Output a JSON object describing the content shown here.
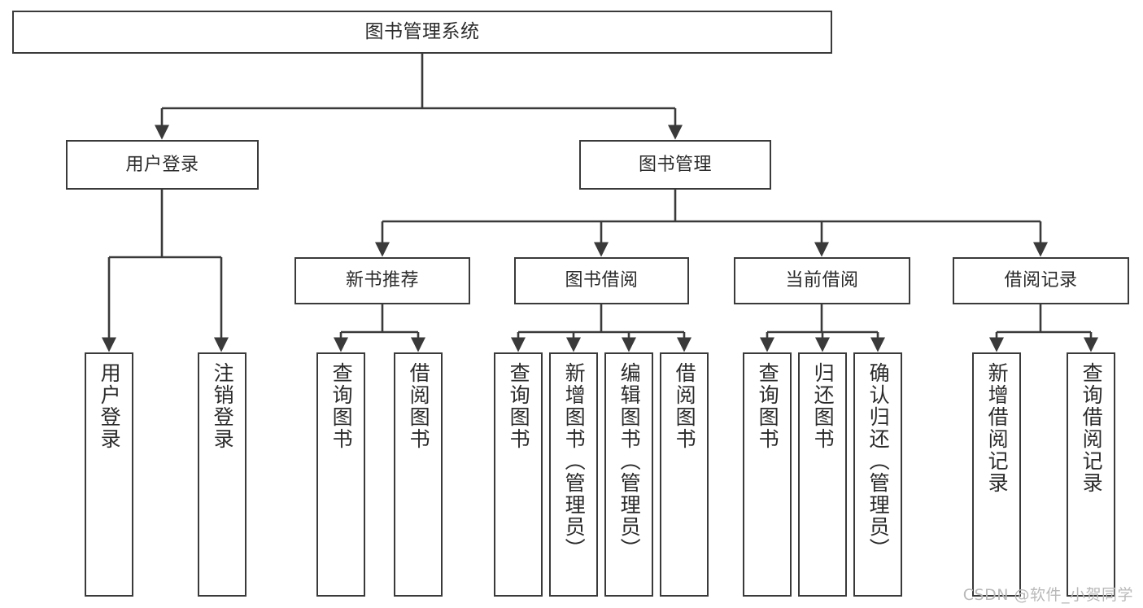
{
  "diagram": {
    "type": "tree",
    "title": "图书管理系统",
    "orientation": "top-down",
    "colors": {
      "box_border": "#3a3a3a",
      "box_fill": "#ffffff",
      "text": "#2b2b2b",
      "connector": "#3a3a3a",
      "background": "#ffffff",
      "watermark": "#b9b9b9"
    },
    "root": {
      "label": "图书管理系统"
    },
    "level2": [
      {
        "id": "user-login",
        "label": "用户登录"
      },
      {
        "id": "book-manage",
        "label": "图书管理"
      }
    ],
    "level3": [
      {
        "id": "new-book-rec",
        "label": "新书推荐"
      },
      {
        "id": "book-borrow",
        "label": "图书借阅"
      },
      {
        "id": "current-borrow",
        "label": "当前借阅"
      },
      {
        "id": "borrow-record",
        "label": "借阅记录"
      }
    ],
    "leaves": {
      "user_login": [
        {
          "id": "leaf-user-login",
          "label": "用户登录"
        },
        {
          "id": "leaf-logout",
          "label": "注销登录"
        }
      ],
      "new_book_rec": [
        {
          "id": "leaf-query-book-1",
          "label": "查询图书"
        },
        {
          "id": "leaf-borrow-book-1",
          "label": "借阅图书"
        }
      ],
      "book_borrow": [
        {
          "id": "leaf-query-book-2",
          "label": "查询图书"
        },
        {
          "id": "leaf-add-book",
          "label": "新增图书（管理员）"
        },
        {
          "id": "leaf-edit-book",
          "label": "编辑图书（管理员）"
        },
        {
          "id": "leaf-borrow-book-2",
          "label": "借阅图书"
        }
      ],
      "current_borrow": [
        {
          "id": "leaf-query-book-3",
          "label": "查询图书"
        },
        {
          "id": "leaf-return-book",
          "label": "归还图书"
        },
        {
          "id": "leaf-confirm-return",
          "label": "确认归还（管理员）"
        }
      ],
      "borrow_record": [
        {
          "id": "leaf-add-record",
          "label": "新增借阅记录"
        },
        {
          "id": "leaf-query-record",
          "label": "查询借阅记录"
        }
      ]
    }
  },
  "watermark": {
    "text": "CSDN @软件_小贺同学"
  }
}
